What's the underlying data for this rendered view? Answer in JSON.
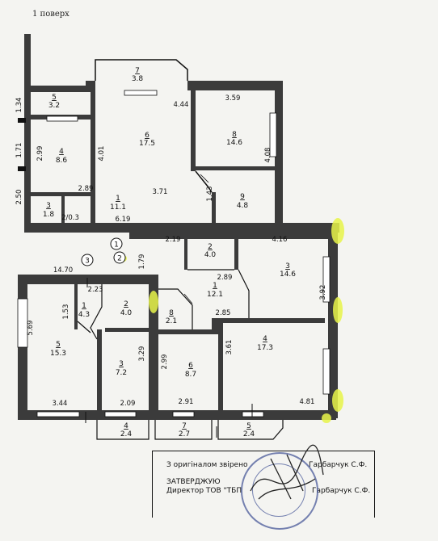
{
  "floor_label": "1 поверх",
  "markers": [
    "1",
    "2",
    "3"
  ],
  "rooms": [
    {
      "id": "r5a",
      "num": "5",
      "area": "3.2"
    },
    {
      "id": "r7a",
      "num": "7",
      "area": "3.8"
    },
    {
      "id": "r6a",
      "num": "6",
      "area": "17.5"
    },
    {
      "id": "r8a",
      "num": "8",
      "area": "14.6"
    },
    {
      "id": "r4a",
      "num": "4",
      "area": "8.6"
    },
    {
      "id": "r3a",
      "num": "3",
      "area": "1.8"
    },
    {
      "id": "r1a",
      "num": "1",
      "area": "11.1"
    },
    {
      "id": "r9a",
      "num": "9",
      "area": "4.8"
    },
    {
      "id": "r2a",
      "num": "2",
      "area": "4.0"
    },
    {
      "id": "r3b",
      "num": "3",
      "area": "14.6"
    },
    {
      "id": "r1b",
      "num": "1",
      "area": "12.1"
    },
    {
      "id": "r8b",
      "num": "8",
      "area": "2.1"
    },
    {
      "id": "r6b",
      "num": "6",
      "area": "8.7"
    },
    {
      "id": "r4b",
      "num": "4",
      "area": "17.3"
    },
    {
      "id": "r1c",
      "num": "1",
      "area": "4.3"
    },
    {
      "id": "r2c",
      "num": "2",
      "area": "4.0"
    },
    {
      "id": "r5c",
      "num": "5",
      "area": "15.3"
    },
    {
      "id": "r3c",
      "num": "3",
      "area": "7.2"
    },
    {
      "id": "r4c",
      "num": "4",
      "area": "2.4"
    },
    {
      "id": "r7c",
      "num": "7",
      "area": "2.7"
    },
    {
      "id": "r5d",
      "num": "5",
      "area": "2.4"
    }
  ],
  "small_label": "2/0.3",
  "dimensions": [
    "1.34",
    "1.71",
    "2.50",
    "2.99",
    "4.01",
    "4.44",
    "3.59",
    "4.08",
    "2.89",
    "3.71",
    "1.43",
    "6.19",
    "2.19",
    "4.16",
    "1.79",
    "14.70",
    "2.23",
    "2.89",
    "1.53",
    "3.92",
    "2.85",
    "5.69",
    "3.29",
    "2.99",
    "3.61",
    "3.44",
    "2.09",
    "2.91",
    "4.81"
  ],
  "stamp": {
    "line1_left": "З оригіналом звірено",
    "line1_right": "Гарбарчук С.Ф.",
    "line2": "ЗАТВЕРДЖУЮ",
    "line3_left": "Директор ТОВ \"ТБП",
    "line3_right": "Гарбарчук С.Ф."
  }
}
